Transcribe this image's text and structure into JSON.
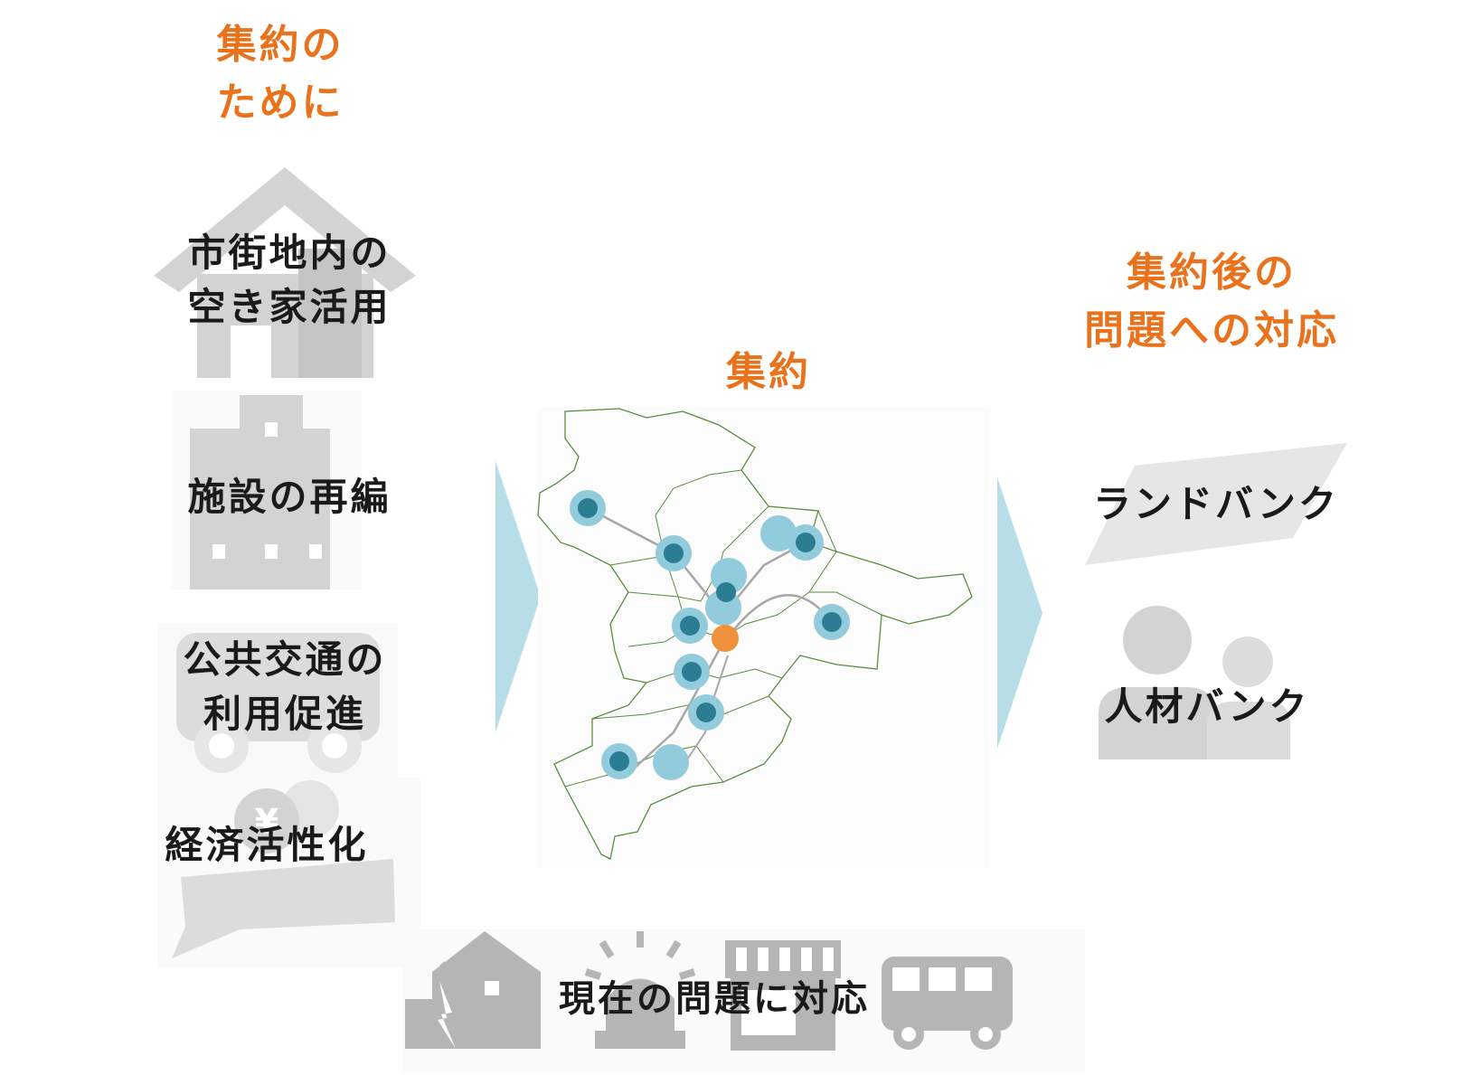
{
  "left": {
    "heading_line1": "集約の",
    "heading_line2": "ために",
    "items": [
      {
        "line1": "市街地内の",
        "line2": "空き家活用",
        "icon": "house-icon"
      },
      {
        "line1": "施設の再編",
        "line2": "",
        "icon": "building-icon"
      },
      {
        "line1": "公共交通の",
        "line2": "利用促進",
        "icon": "bus-icon"
      },
      {
        "line1": "経済活性化",
        "line2": "",
        "icon": "yen-coins-icon"
      }
    ]
  },
  "center": {
    "heading": "集約",
    "map_icon": "city-map-icon",
    "bottom_label": "現在の問題に対応",
    "bottom_icons": [
      "damaged-house-icon",
      "alarm-light-icon",
      "store-icon",
      "bus-icon"
    ]
  },
  "right": {
    "heading_line1": "集約後の",
    "heading_line2": "問題への対応",
    "items": [
      {
        "label": "ランドバンク",
        "icon": "land-parcel-icon"
      },
      {
        "label": "人材バンク",
        "icon": "people-icon"
      }
    ]
  },
  "colors": {
    "accent": "#e8731c",
    "icon_gray": "#d3d3d1",
    "arrow": "#b7dde6",
    "node_outer": "#92cbdc",
    "node_inner": "#2a7d93",
    "center_node": "#f0913c",
    "boundary": "#5a8c3e"
  }
}
